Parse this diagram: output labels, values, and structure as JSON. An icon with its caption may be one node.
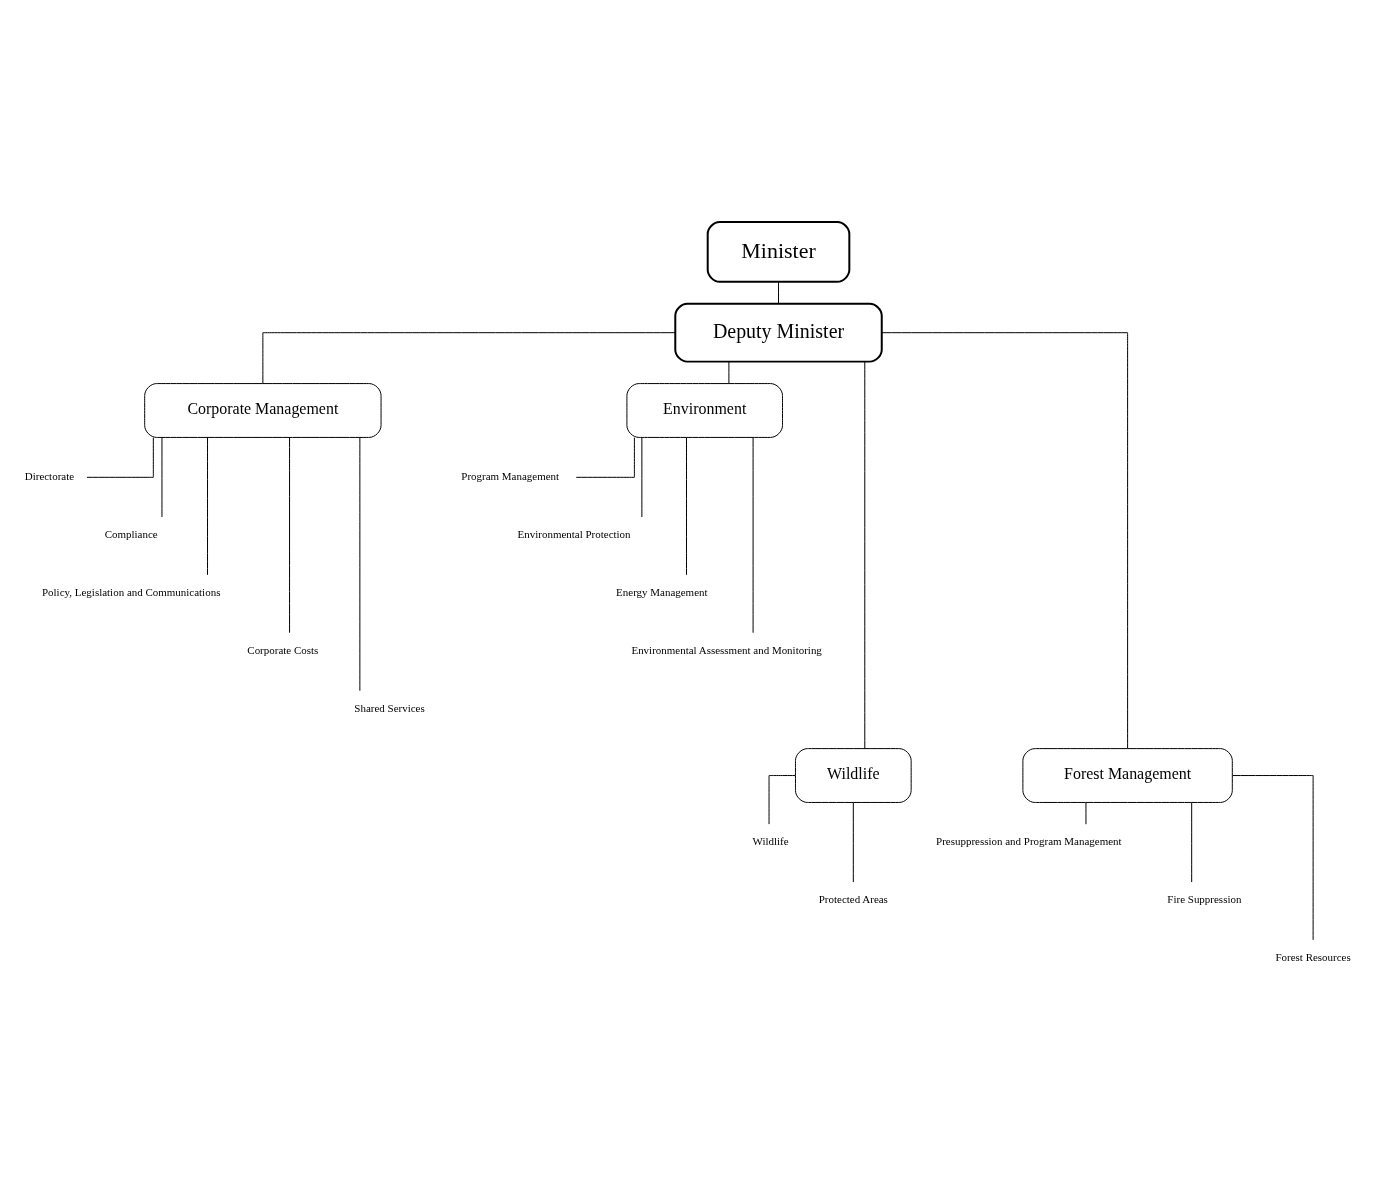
{
  "diagram": {
    "nodes": [
      {
        "text": [
          "Minister"
        ]
      },
      {
        "text": [
          "Deputy Minister"
        ]
      },
      {
        "text": [
          "Corporate Management"
        ]
      },
      {
        "text": [
          "Environment"
        ]
      },
      {
        "text": [
          "Directorate"
        ]
      },
      {
        "text": [
          "Compliance"
        ]
      },
      {
        "text": [
          "Policy, Legislation and Communications"
        ]
      },
      {
        "text": [
          "Corporate Costs"
        ]
      },
      {
        "text": [
          "Shared Services"
        ]
      },
      {
        "text": [
          "Program Management"
        ]
      },
      {
        "text": [
          "Environmental Protection"
        ]
      },
      {
        "text": [
          "Energy Management"
        ]
      },
      {
        "text": [
          "Environmental Assessment and Monitoring"
        ]
      },
      {
        "text": [
          "Wildlife"
        ]
      },
      {
        "text": [
          "Forest Management"
        ]
      },
      {
        "text": [
          "Wildlife"
        ]
      },
      {
        "text": [
          "Protected Areas"
        ]
      },
      {
        "text": [
          "Presuppression and Program Management"
        ]
      },
      {
        "text": [
          "Fire Suppression"
        ]
      },
      {
        "text": [
          "Forest Resources"
        ]
      }
    ],
    "edges": [
      {
        "from": 0,
        "to": 1,
        "arrow": "none"
      },
      {
        "from": 1,
        "to": 2,
        "arrow": "none"
      },
      {
        "from": 1,
        "to": 3,
        "arrow": "none"
      },
      {
        "from": 1,
        "to": 13,
        "arrow": "none"
      },
      {
        "from": 1,
        "to": 14,
        "arrow": "none"
      },
      {
        "from": 2,
        "to": 4,
        "arrow": "none"
      },
      {
        "from": 2,
        "to": 5,
        "arrow": "none"
      },
      {
        "from": 2,
        "to": 6,
        "arrow": "none"
      },
      {
        "from": 2,
        "to": 7,
        "arrow": "none"
      },
      {
        "from": 2,
        "to": 8,
        "arrow": "none"
      },
      {
        "from": 3,
        "to": 9,
        "arrow": "none"
      },
      {
        "from": 3,
        "to": 10,
        "arrow": "none"
      },
      {
        "from": 3,
        "to": 11,
        "arrow": "none"
      },
      {
        "from": 3,
        "to": 12,
        "arrow": "none"
      },
      {
        "from": 13,
        "to": 15,
        "arrow": "none"
      },
      {
        "from": 13,
        "to": 16,
        "arrow": "none"
      },
      {
        "from": 14,
        "to": 17,
        "arrow": "none"
      },
      {
        "from": 14,
        "to": 18,
        "arrow": "none"
      },
      {
        "from": 14,
        "to": 19,
        "arrow": "none"
      }
    ]
  }
}
